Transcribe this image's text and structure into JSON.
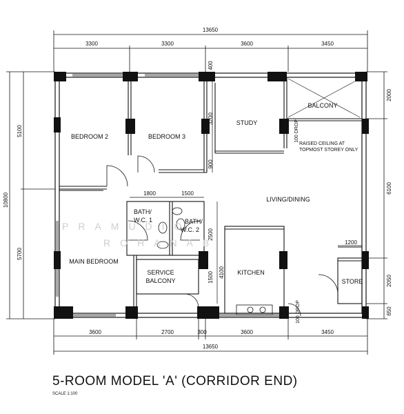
{
  "dimensions": {
    "top_total": "13650",
    "top_segments": [
      "3300",
      "3300",
      "3600",
      "3450"
    ],
    "bottom_total": "13650",
    "bottom_segments": [
      "3600",
      "2700",
      "300",
      "3600",
      "3450"
    ],
    "left_total": "10800",
    "left_segments": [
      "5100",
      "5700"
    ],
    "right_segments": [
      "2000",
      "6100",
      "2050",
      "650"
    ],
    "interior": {
      "d1800": "1800",
      "d1500": "1500",
      "d400": "400",
      "d3200": "3200",
      "d900": "900",
      "d2500": "2500",
      "d1500v": "1500",
      "d4100": "4100",
      "d1200": "1200",
      "drop_top": "100 DROP",
      "drop_bottom": "100 DROP"
    }
  },
  "rooms": {
    "bedroom2": "BEDROOM 2",
    "bedroom3": "BEDROOM 3",
    "study": "STUDY",
    "balcony": "BALCONY",
    "raised_ceiling_1": "RAISED CEILING AT",
    "raised_ceiling_2": "TOPMOST STOREY ONLY",
    "living_dining": "LIVING/DINING",
    "bath1_a": "BATH/",
    "bath1_b": "W.C. 1",
    "bath2_a": "BATH/",
    "bath2_b": "W.C. 2",
    "main_bedroom": "MAIN BEDROOM",
    "service_balcony_a": "SERVICE",
    "service_balcony_b": "BALCONY",
    "kitchen": "KITCHEN",
    "store": "STORE"
  },
  "watermark": {
    "line1": "PRAMUDIO",
    "line2": "ROHANAB"
  },
  "title": "5-ROOM MODEL 'A' (CORRIDOR END)",
  "scale": "SCALE   1:100"
}
